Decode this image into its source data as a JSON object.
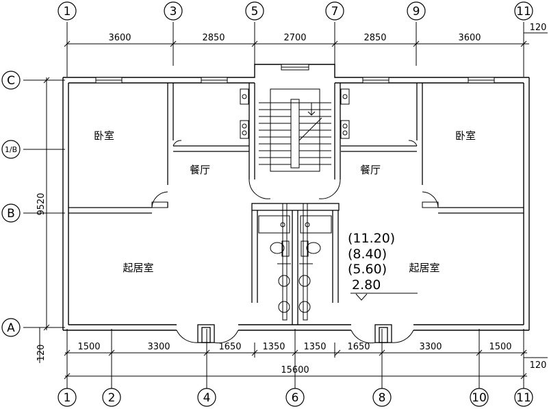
{
  "axes_top": [
    "1",
    "3",
    "5",
    "7",
    "9",
    "11"
  ],
  "axes_bottom": [
    "1",
    "2",
    "4",
    "6",
    "8",
    "10",
    "11"
  ],
  "axes_left": [
    "C",
    "1/B",
    "B",
    "A"
  ],
  "dims_top": [
    "3600",
    "2850",
    "2700",
    "2850",
    "3600"
  ],
  "dims_bottom_inner": [
    "1500",
    "3300",
    "1650",
    "1350",
    "1350",
    "1650",
    "3300",
    "1500"
  ],
  "dim_total": "15600",
  "dim_side": "9520",
  "dim_offset_top_right": "120",
  "dim_offset_bottom_right": "120",
  "dim_offset_left": "120",
  "rooms": {
    "bedroom_left": "卧室",
    "bedroom_right": "卧室",
    "dining_left": "餐厅",
    "dining_right": "餐厅",
    "living_left": "起居室",
    "living_right": "起居室"
  },
  "levels": [
    "(11.20)",
    "(8.40)",
    "(5.60)",
    "2.80"
  ]
}
